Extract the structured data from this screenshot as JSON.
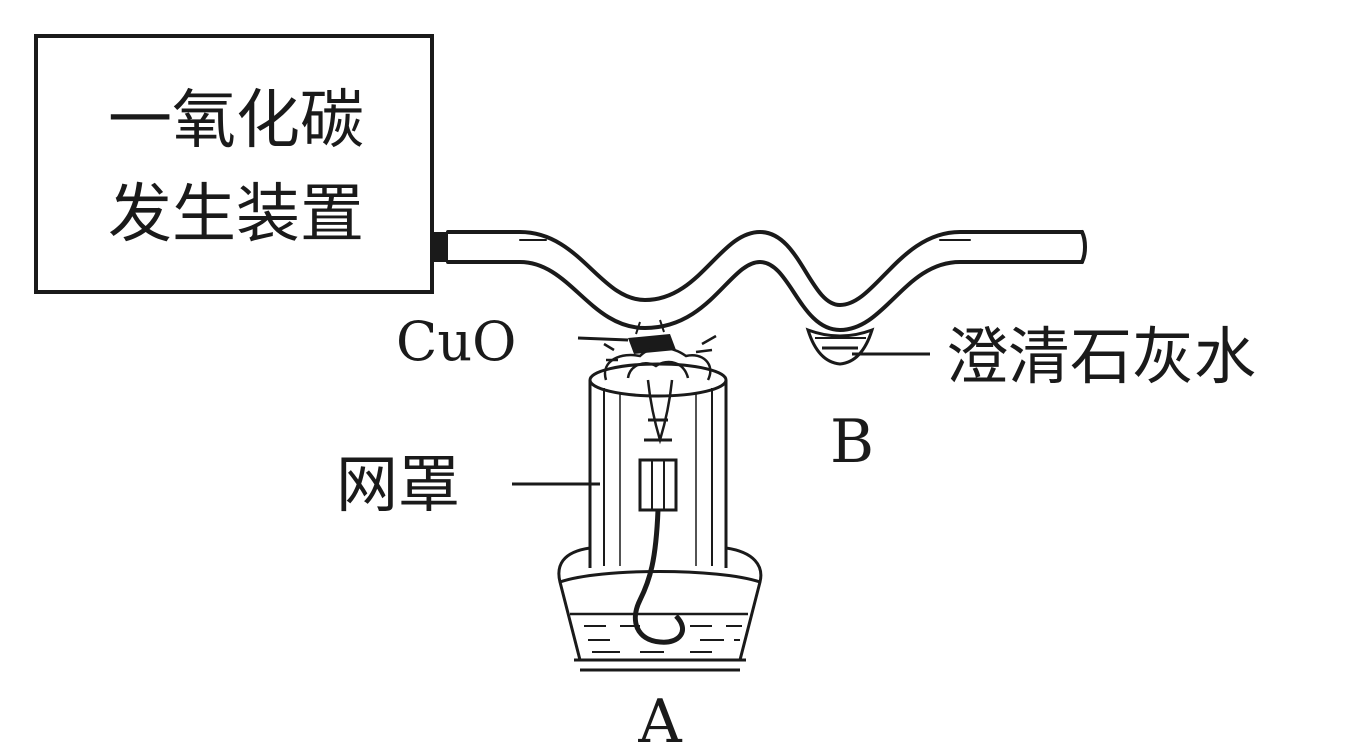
{
  "generator_box": {
    "line1": "一氧化碳",
    "line2": "发生装置"
  },
  "labels": {
    "cuo": "CuO",
    "gauze": "网罩",
    "limewater": "澄清石灰水",
    "lamp_label": "A",
    "bulb_label": "B"
  }
}
